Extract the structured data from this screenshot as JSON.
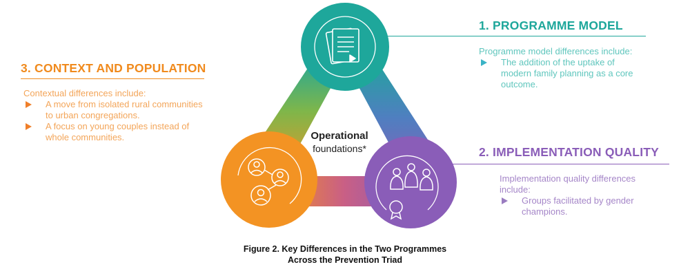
{
  "colors": {
    "teal": "#1ea79b",
    "purple": "#8a5db8",
    "orange": "#f08a1d"
  },
  "sections": {
    "programme_model": {
      "heading": "1. PROGRAMME MODEL",
      "intro": "Programme  model differences include:",
      "bullets": [
        "The addition of the uptake of modern family planning as a core outcome."
      ],
      "icon": "document-stack-icon"
    },
    "implementation_quality": {
      "heading": "2. IMPLEMENTATION QUALITY",
      "intro": "Implementation quality differences include:",
      "bullets": [
        "Groups facilitated by gender champions."
      ],
      "icon": "group-award-icon"
    },
    "context_population": {
      "heading": "3. CONTEXT AND POPULATION",
      "intro": "Contextual differences include:",
      "bullets": [
        "A move from isolated rural communities to urban congregations.",
        "A focus on young couples instead of whole communities."
      ],
      "icon": "people-network-icon"
    }
  },
  "center": {
    "title": "Operational",
    "subtitle": "foundations*"
  },
  "caption": {
    "line1": "Figure 2. Key Differences in the Two Programmes",
    "line2": "Across the Prevention Triad"
  }
}
